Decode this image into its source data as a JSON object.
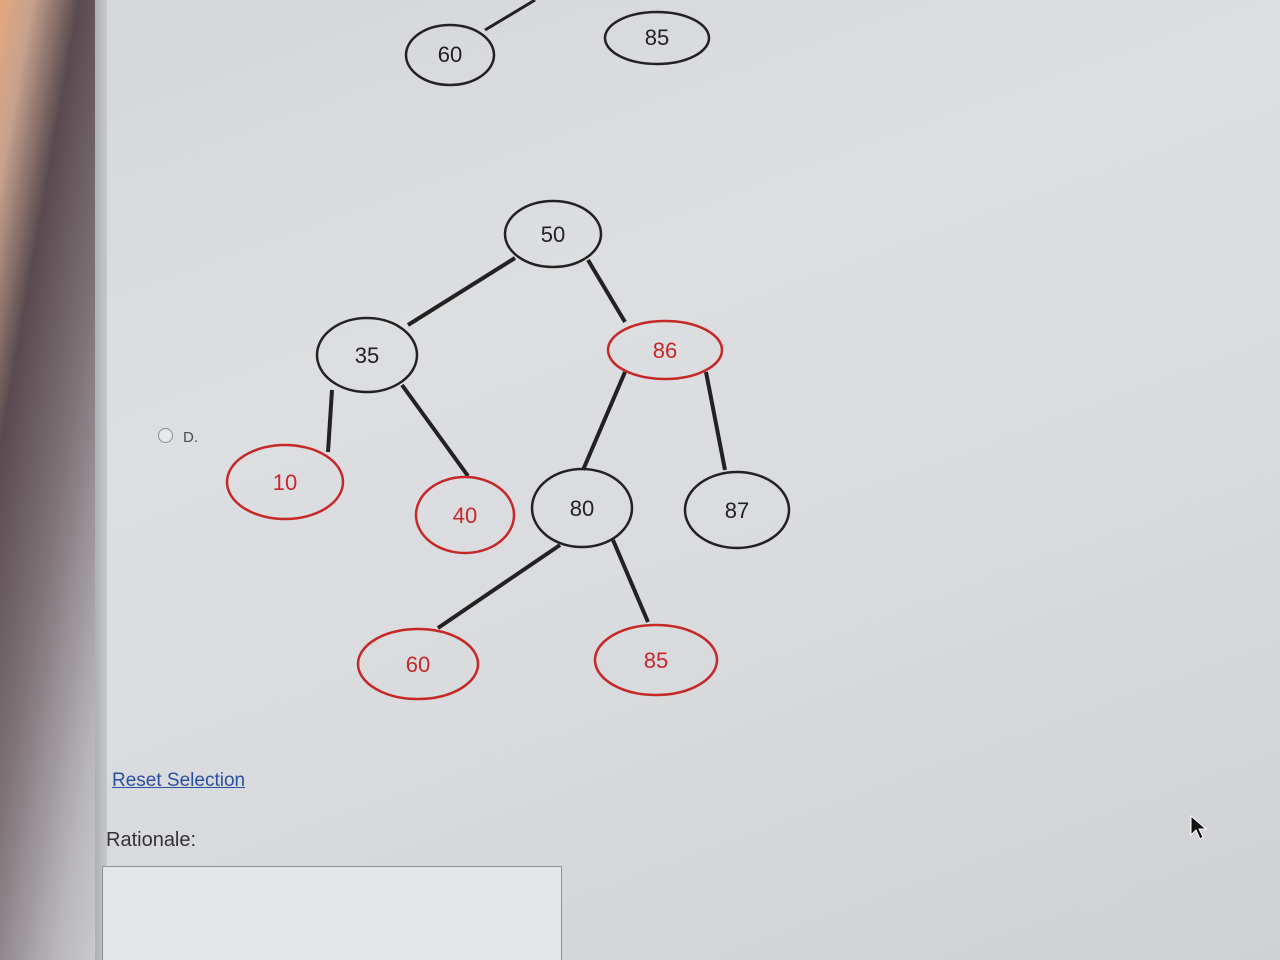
{
  "option": {
    "label": "D.",
    "selected": false
  },
  "top_fragment_nodes": [
    {
      "value": "60",
      "color": "#222222"
    },
    {
      "value": "85",
      "color": "#222222"
    }
  ],
  "tree": {
    "nodes": [
      {
        "id": "n50",
        "value": "50",
        "color": "black"
      },
      {
        "id": "n35",
        "value": "35",
        "color": "black"
      },
      {
        "id": "n86",
        "value": "86",
        "color": "red"
      },
      {
        "id": "n10",
        "value": "10",
        "color": "red"
      },
      {
        "id": "n40",
        "value": "40",
        "color": "red"
      },
      {
        "id": "n80",
        "value": "80",
        "color": "black"
      },
      {
        "id": "n87",
        "value": "87",
        "color": "black"
      },
      {
        "id": "n60",
        "value": "60",
        "color": "red"
      },
      {
        "id": "n85",
        "value": "85",
        "color": "red"
      }
    ],
    "edges": [
      [
        "n50",
        "n35"
      ],
      [
        "n50",
        "n86"
      ],
      [
        "n35",
        "n10"
      ],
      [
        "n35",
        "n40"
      ],
      [
        "n86",
        "n80"
      ],
      [
        "n86",
        "n87"
      ],
      [
        "n80",
        "n60"
      ],
      [
        "n80",
        "n85"
      ]
    ],
    "colors": {
      "red": "#c62828",
      "black": "#222222"
    }
  },
  "reset_link": "Reset Selection",
  "rationale": {
    "label": "Rationale:",
    "value": ""
  }
}
